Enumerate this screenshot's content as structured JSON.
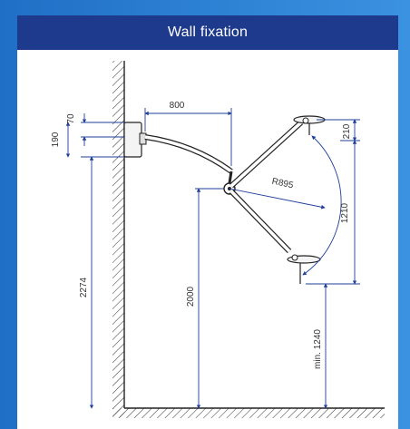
{
  "header": {
    "title": "Wall fixation"
  },
  "dimensions": {
    "arm_reach": "800",
    "head_offset_top": "70",
    "mount_height": "190",
    "mount_elevation": "2274",
    "pivot_elevation": "2000",
    "arm_radius": "R895",
    "lamp_top_offset": "210",
    "vertical_travel": "1210",
    "min_lamp_height": "min. 1240"
  },
  "colors": {
    "header_bg": "#1e3a8c",
    "frame_bg": "#2a7fd0",
    "dimension_line": "#1f3f99",
    "drawing_line": "#222222"
  }
}
